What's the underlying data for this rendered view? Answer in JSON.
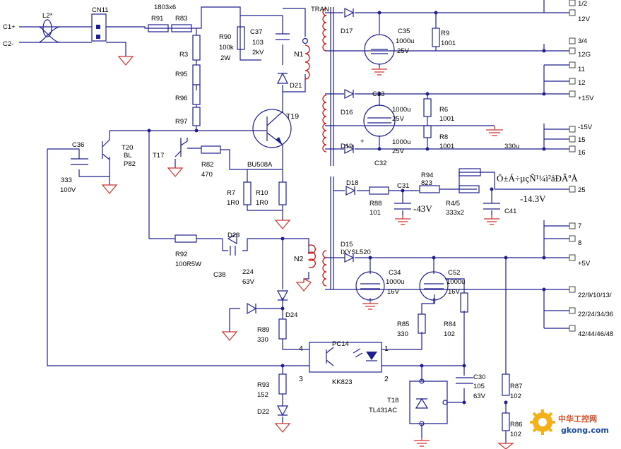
{
  "inputs": {
    "c1": "C1+",
    "c2": "C2-",
    "l2": "L2*",
    "cn11": "CN11"
  },
  "resistors_top": {
    "r_chain_value": "1803x6",
    "r91": "R91",
    "r83": "R83",
    "r3": "R3",
    "r95": "R95",
    "r96": "R96",
    "r97": "R97"
  },
  "snubber": {
    "r90": "R90",
    "r90_val": "100k",
    "r90_pow": "2W",
    "c37": "C37",
    "c37_val": "103",
    "c37_volt": "2kV",
    "d21": "D21"
  },
  "transformer": {
    "tran": "TRAN",
    "n1": "N1",
    "n2": "N2"
  },
  "switch": {
    "t19": "T19",
    "part": "BU508A",
    "r7": "R7",
    "r7_val": "1R0",
    "r10": "R10",
    "r10_val": "1R0"
  },
  "driver": {
    "t20": "T20",
    "t20_a": "BL",
    "t20_b": "P82",
    "t17": "T17",
    "r82": "R82",
    "r82_val": "470",
    "c36": "C36",
    "c36_val": "333",
    "c36_volt": "100V"
  },
  "snub2": {
    "r92": "R92",
    "r92_val": "100R5W",
    "d23": "D23",
    "c38": "C38",
    "c38_val": "224",
    "c38_volt": "63V"
  },
  "feedback": {
    "d24": "D24",
    "r89": "R89",
    "r89_val": "330",
    "pc14": "PC14",
    "kk823": "KK823",
    "pin1": "1",
    "pin2": "2",
    "pin3": "3",
    "pin4": "4",
    "r93": "R93",
    "r93_val": "152",
    "d22": "D22"
  },
  "regulator": {
    "r85": "R85",
    "r85_val": "330",
    "r84": "R84",
    "r84_val": "102",
    "t18": "T18",
    "tl431": "TL431AC",
    "c30": "C30",
    "c30_val": "105",
    "c30_volt": "63V",
    "r87": "R87",
    "r87_val": "102",
    "r86": "R86",
    "r86_val": "102"
  },
  "out12": {
    "d17": "D17",
    "c35": "C35",
    "c35_val": "1000u",
    "c35_volt": "25V",
    "r9": "R9",
    "r9_val": "1001"
  },
  "out15": {
    "d16": "D16",
    "c33": "C33",
    "c33_val": "1000u",
    "c33_volt": "25V",
    "r6": "R6",
    "r6_val": "1001",
    "d19": "D19",
    "c32": "C32",
    "c32_val": "1000u",
    "c32_volt": "25V",
    "r8": "R8",
    "r8_val": "1001",
    "plus": "+",
    "l330": "330u"
  },
  "out25": {
    "d18": "D18",
    "r88": "R88",
    "r88_val": "101",
    "c31": "C31",
    "v1": "-43V",
    "r94": "R94",
    "r94_val": "823",
    "r45": "R4/5",
    "r45_val": "333x2",
    "c41": "C41",
    "v2": "-14.3V",
    "garbled": "Ö±Á÷µçÑ¹¼ì²âÐÂºÅ"
  },
  "out5": {
    "d15": "D15",
    "d15_part": "IXYSL520",
    "c34": "C34",
    "c34_val": "1000u",
    "c34_volt": "16V",
    "c52": "C52",
    "c52_val": "1000u",
    "c52_volt": "16V"
  },
  "pins": {
    "p12": "1/2",
    "v12": "12V",
    "p34": "3/4",
    "g12": "12G",
    "p11": "11",
    "p12b": "12",
    "v15": "+15V",
    "vm15": "-15V",
    "p15": "15",
    "p16": "16",
    "p25": "25",
    "p7": "7",
    "p8": "8",
    "v5": "+5V",
    "pg1": "22/9/10/13/",
    "pg2": "22/24/34/36",
    "pg3": "42/44/46/48"
  },
  "watermark": {
    "cn": "中华工控网",
    "url": "gkong.com"
  }
}
